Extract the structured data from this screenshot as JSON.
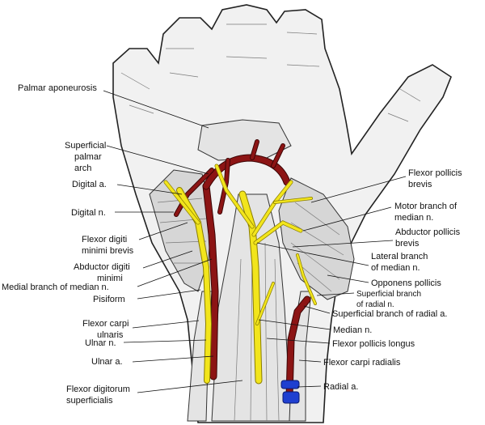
{
  "labels": {
    "palmar_aponeurosis": "Palmar aponeurosis",
    "superficial_palmar_arch_1": "Superficial",
    "superficial_palmar_arch_2": "palmar",
    "superficial_palmar_arch_3": "arch",
    "digital_a": "Digital a.",
    "digital_n": "Digital n.",
    "flexor_digiti_minimi_brevis_1": "Flexor digiti",
    "flexor_digiti_minimi_brevis_2": "minimi brevis",
    "abductor_digiti_minimi_1": "Abductor digiti",
    "abductor_digiti_minimi_2": "minimi",
    "medial_branch_median_n": "Medial branch of median n.",
    "pisiform": "Pisiform",
    "flexor_carpi_ulnaris_1": "Flexor carpi",
    "flexor_carpi_ulnaris_2": "ulnaris",
    "ulnar_n": "Ulnar n.",
    "ulnar_a": "Ulnar a.",
    "flexor_digitorum_superficialis_1": "Flexor digitorum",
    "flexor_digitorum_superficialis_2": "superficialis",
    "flexor_pollicis_brevis_1": "Flexor pollicis",
    "flexor_pollicis_brevis_2": "brevis",
    "motor_branch_median_n_1": "Motor branch of",
    "motor_branch_median_n_2": "median n.",
    "abductor_pollicis_brevis_1": "Abductor pollicis",
    "abductor_pollicis_brevis_2": "brevis",
    "lateral_branch_median_n_1": "Lateral branch",
    "lateral_branch_median_n_2": "of median n.",
    "opponens_pollicis": "Opponens pollicis",
    "superficial_branch_radial_n_1": "Superficial branch",
    "superficial_branch_radial_n_2": "of radial n.",
    "superficial_branch_radial_a": "Superficial branch of radial a.",
    "median_n": "Median n.",
    "flexor_pollicis_longus": "Flexor pollicis longus",
    "flexor_carpi_radialis": "Flexor carpi radialis",
    "radial_a": "Radial a."
  },
  "colors": {
    "nerve": "#f2e51c",
    "artery": "#8c1414",
    "vein": "#1f3fd0"
  }
}
